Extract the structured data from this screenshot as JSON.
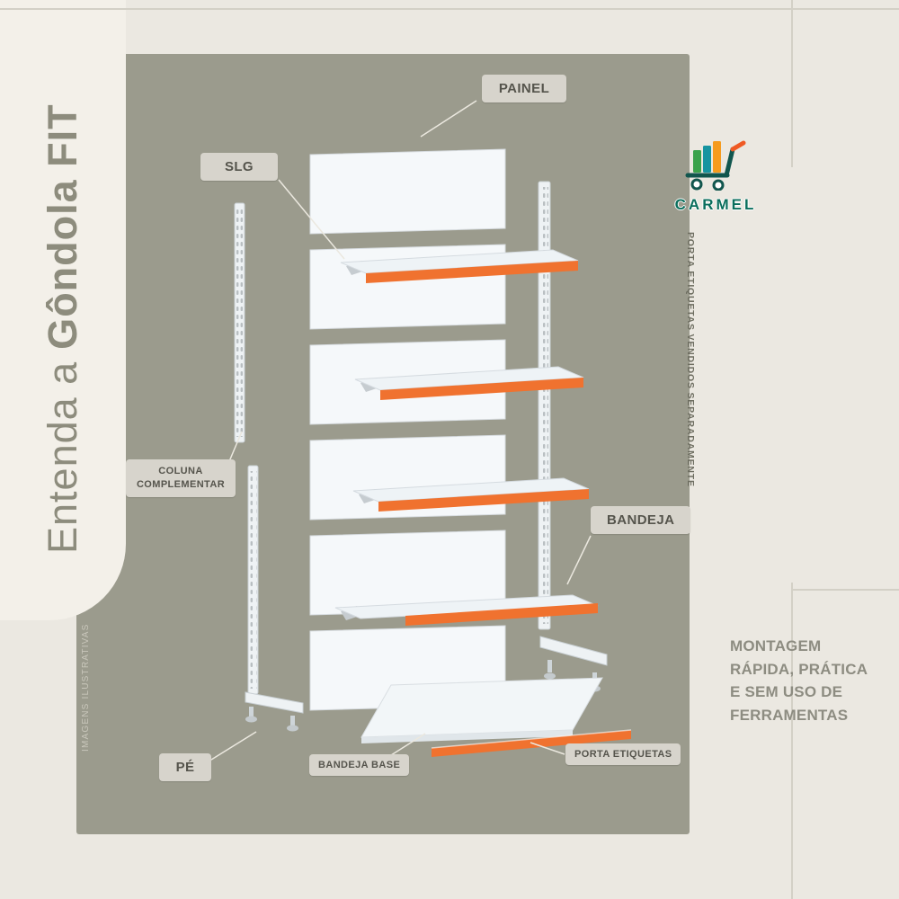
{
  "title": {
    "prefix": "Entenda a",
    "bold": "Gôndola FIT"
  },
  "brand": {
    "name": "CARMEL"
  },
  "callouts": {
    "painel": "PAINEL",
    "slg": "SLG",
    "coluna_complementar": "COLUNA COMPLEMENTAR",
    "bandeja": "BANDEJA",
    "pe": "PÉ",
    "bandeja_base": "BANDEJA BASE",
    "porta_etiquetas": "PORTA ETIQUETAS"
  },
  "side_note": "PORTA ETIQUETAS VENDIDOS SEPARADAMENTE",
  "disclaimer": "IMAGENS ILUSTRATIVAS",
  "footer": {
    "text": "MONTAGEM RÁPIDA, PRÁTICA E SEM USO DE FERRAMENTAS"
  },
  "colors": {
    "background": "#EBE8E1",
    "panel": "#9B9B8D",
    "accent_orange": "#F0722F",
    "tag_background": "#D7D4CC",
    "tag_text": "#55544C",
    "brand_teal": "#0A6E5C"
  }
}
